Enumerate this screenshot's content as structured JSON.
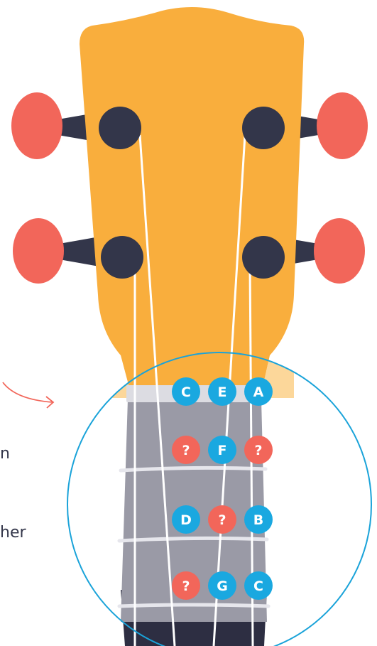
{
  "colors": {
    "headstock": "#f9ae3d",
    "headstock_light": "#fcd79a",
    "peg": "#f2665a",
    "tuner_post": "#33364a",
    "fretboard": "#9a9aa6",
    "neck_dark": "#2d2e42",
    "nut": "#dcdce2",
    "string": "#ffffff",
    "fret_wire": "#e6e6ec",
    "circle_outline": "#1aa3d9",
    "arrow": "#f2665a",
    "note_known": "#1aa8e0",
    "note_unknown": "#f2665a"
  },
  "side_text": {
    "fragment_1": "n",
    "fragment_2": "her"
  },
  "fretboard": {
    "open_row": [
      {
        "label": "C",
        "status": "known"
      },
      {
        "label": "E",
        "status": "known"
      },
      {
        "label": "A",
        "status": "known"
      }
    ],
    "fret_1": [
      {
        "label": "?",
        "status": "unknown"
      },
      {
        "label": "F",
        "status": "known"
      },
      {
        "label": "?",
        "status": "unknown"
      }
    ],
    "fret_2": [
      {
        "label": "D",
        "status": "known"
      },
      {
        "label": "?",
        "status": "unknown"
      },
      {
        "label": "B",
        "status": "known"
      }
    ],
    "fret_3": [
      {
        "label": "?",
        "status": "unknown"
      },
      {
        "label": "G",
        "status": "known"
      },
      {
        "label": "C",
        "status": "known"
      }
    ]
  }
}
